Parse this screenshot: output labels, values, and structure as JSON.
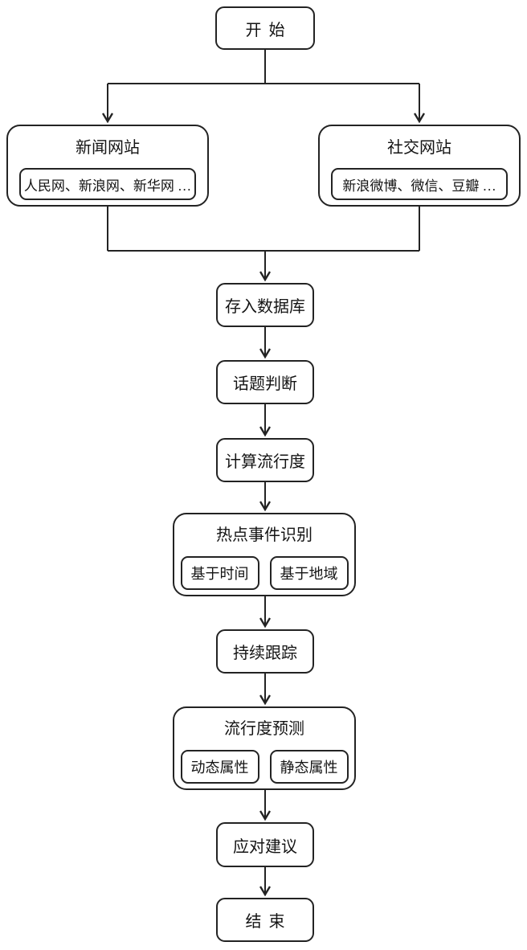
{
  "colors": {
    "line": "#232323",
    "background": "#ffffff"
  },
  "nodes": {
    "start": "开始",
    "news": {
      "title": "新闻网站",
      "examples": "人民网、新浪网、新华网 …"
    },
    "social": {
      "title": "社交网站",
      "examples": "新浪微博、微信、豆瓣 …"
    },
    "store_db": "存入数据库",
    "topic_judge": "话题判断",
    "calc_popularity": "计算流行度",
    "hot_event": {
      "title": "热点事件识别",
      "methods": [
        "基于时间",
        "基于地域"
      ]
    },
    "tracking": "持续跟踪",
    "predict": {
      "title": "流行度预测",
      "attributes": [
        "动态属性",
        "静态属性"
      ]
    },
    "suggestion": "应对建议",
    "end": "结束"
  },
  "edges": [
    {
      "from": "start",
      "to": "news"
    },
    {
      "from": "start",
      "to": "social"
    },
    {
      "from": "news",
      "to": "store_db"
    },
    {
      "from": "social",
      "to": "store_db"
    },
    {
      "from": "store_db",
      "to": "topic_judge"
    },
    {
      "from": "topic_judge",
      "to": "calc_popularity"
    },
    {
      "from": "calc_popularity",
      "to": "hot_event"
    },
    {
      "from": "hot_event",
      "to": "tracking"
    },
    {
      "from": "tracking",
      "to": "predict"
    },
    {
      "from": "predict",
      "to": "suggestion"
    },
    {
      "from": "suggestion",
      "to": "end"
    }
  ]
}
